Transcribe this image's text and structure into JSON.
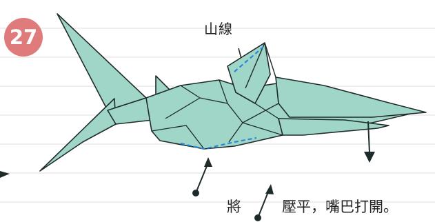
{
  "step": {
    "number": "27",
    "badge_color": "#e07b7c"
  },
  "diagram": {
    "fold_label": "山線",
    "paper_color": "#9fd6c8",
    "line_color": "#1f2a2a",
    "fold_line_color": "#2a86d6"
  },
  "instruction": {
    "before_arrow": "將",
    "after_arrow": "壓平，嘴巴打開。"
  }
}
